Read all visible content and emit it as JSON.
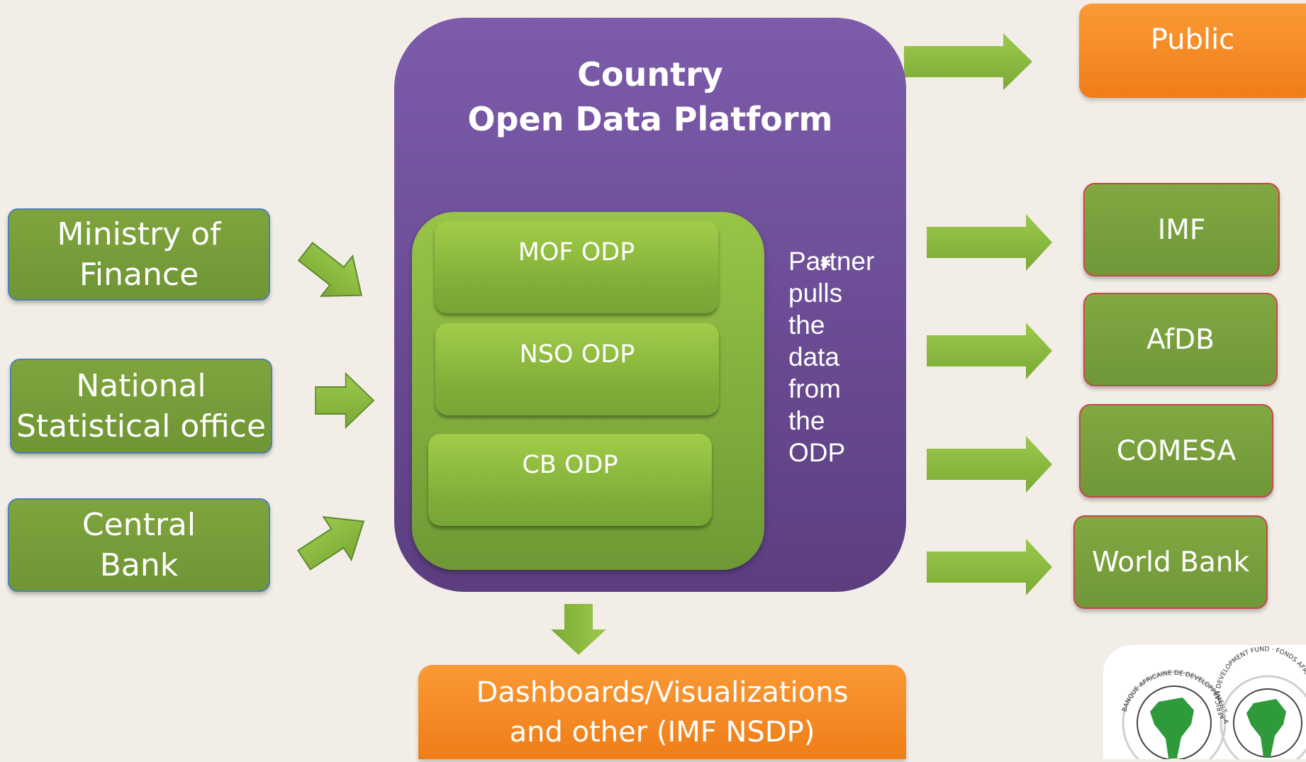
{
  "sources": [
    {
      "label": "Ministry of\nFinance"
    },
    {
      "label": "National\nStatistical office"
    },
    {
      "label": "Central\nBank"
    }
  ],
  "platform": {
    "title": "Country\nOpen Data Platform",
    "odps": [
      "MOF ODP",
      "NSO ODP",
      "CB ODP"
    ],
    "partner_note": "Partner\npulls\nthe\ndata\nfrom\nthe\nODP"
  },
  "destinations": {
    "public": "Public",
    "partners": [
      "IMF",
      "AfDB",
      "COMESA",
      "World Bank"
    ]
  },
  "output": {
    "label": "Dashboards/Visualizations and other (IMF NSDP)"
  },
  "logos": {
    "left_ring": "BANQUE AFRICAINE DE DEVELOPPEMENT · AFRICAN DEVELOPMENT BANK",
    "right_ring": "AFRICAN DEVELOPMENT FUND · FONDS AFRICAIN DE DEVELOPPEMENT"
  },
  "colors": {
    "background": "#f2eee7",
    "platform_purple": "#7c5cab",
    "green_box": "#7aa03c",
    "orange_box": "#f58a25",
    "arrow_green": "#8dbe3f",
    "source_border": "#4f7fb3",
    "partner_border": "#c6484a"
  },
  "icons": [
    "arrow-icon",
    "cursor-icon",
    "afdb-logo-icon",
    "adf-logo-icon"
  ]
}
